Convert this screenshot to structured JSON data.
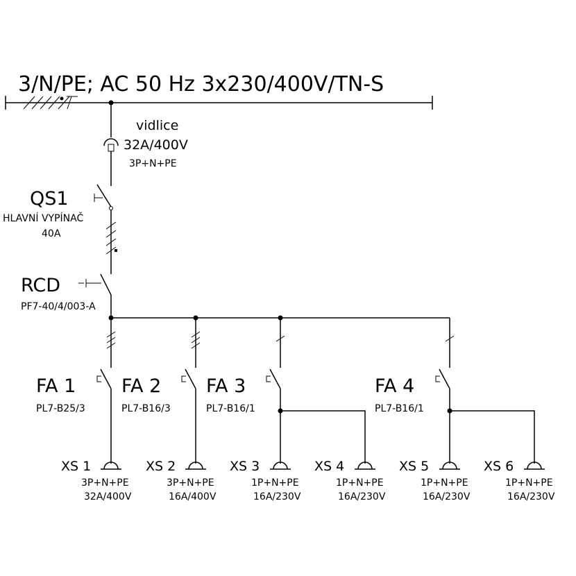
{
  "supply": {
    "label": "3/N/PE; AC 50 Hz 3x230/400V/TN-S"
  },
  "plug": {
    "name": "vidlice",
    "rating": "32A/400V",
    "poles": "3P+N+PE"
  },
  "main_switch": {
    "designation": "QS1",
    "description": "HLAVNÍ VYPÍNAČ",
    "rating": "40A"
  },
  "rcd": {
    "designation": "RCD",
    "type": "PF7-40/4/003-A"
  },
  "breakers": [
    {
      "designation": "FA 1",
      "type": "PL7-B25/3"
    },
    {
      "designation": "FA 2",
      "type": "PL7-B16/3"
    },
    {
      "designation": "FA 3",
      "type": "PL7-B16/1"
    },
    {
      "designation": "FA 4",
      "type": "PL7-B16/1"
    }
  ],
  "sockets": [
    {
      "designation": "XS 1",
      "poles": "3P+N+PE",
      "rating": "32A/400V"
    },
    {
      "designation": "XS 2",
      "poles": "3P+N+PE",
      "rating": "16A/400V"
    },
    {
      "designation": "XS 3",
      "poles": "1P+N+PE",
      "rating": "16A/230V"
    },
    {
      "designation": "XS 4",
      "poles": "1P+N+PE",
      "rating": "16A/230V"
    },
    {
      "designation": "XS 5",
      "poles": "1P+N+PE",
      "rating": "16A/230V"
    },
    {
      "designation": "XS 6",
      "poles": "1P+N+PE",
      "rating": "16A/230V"
    }
  ]
}
